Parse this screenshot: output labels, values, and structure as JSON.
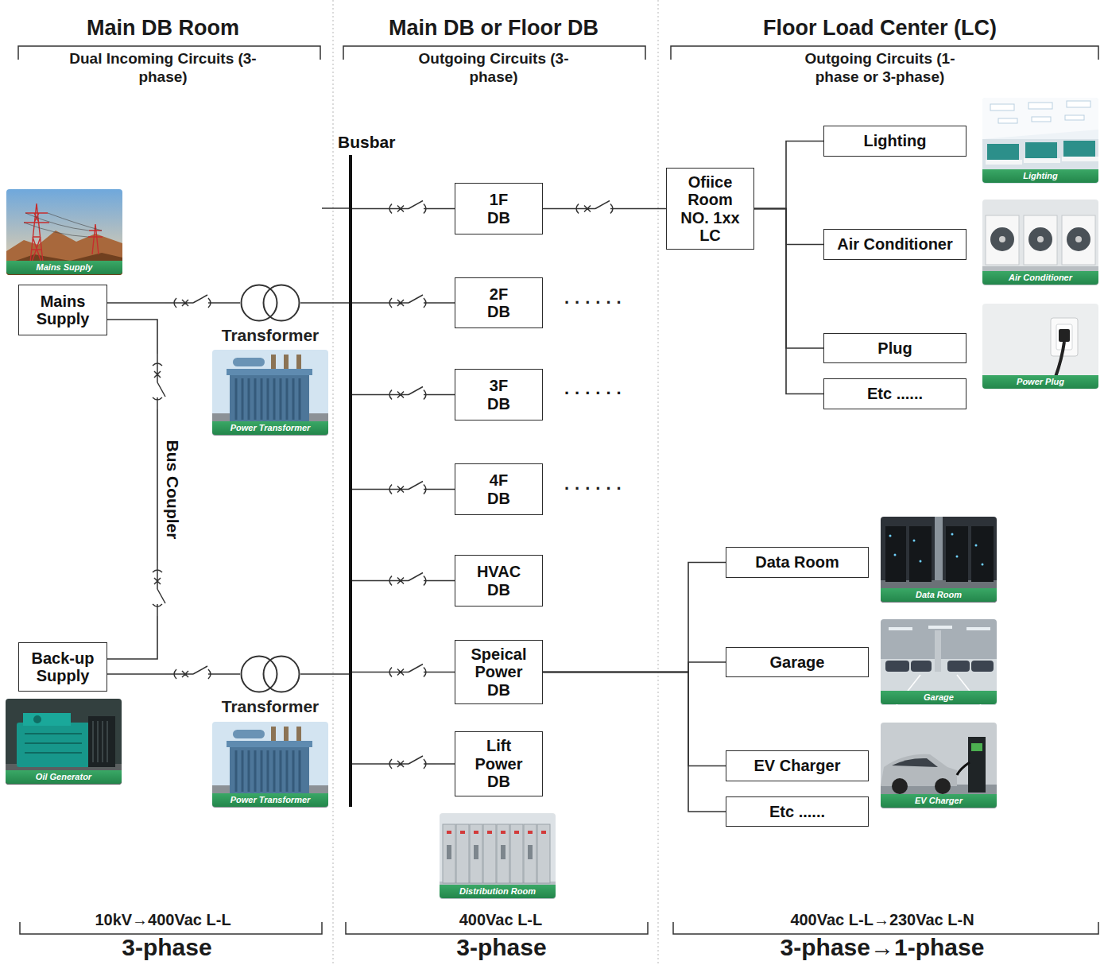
{
  "diagram": {
    "nodes": [
      {
        "text": [
          "Mains Supply"
        ]
      },
      {
        "text": [
          "Transformer"
        ]
      },
      {
        "text": [
          "Back-up Supply"
        ]
      },
      {
        "text": [
          "Transformer"
        ]
      },
      {
        "text": [
          "Busbar"
        ]
      },
      {
        "text": [
          "1F DB"
        ]
      },
      {
        "text": [
          "2F DB"
        ]
      },
      {
        "text": [
          "3F DB"
        ]
      },
      {
        "text": [
          "4F DB"
        ]
      },
      {
        "text": [
          "HVAC DB"
        ]
      },
      {
        "text": [
          "Speical Power DB"
        ]
      },
      {
        "text": [
          "Lift Power DB"
        ]
      },
      {
        "text": [
          "Ofiice Room NO. 1xx LC"
        ]
      },
      {
        "text": [
          "Lighting"
        ]
      },
      {
        "text": [
          "Air Conditioner"
        ]
      },
      {
        "text": [
          "Plug"
        ]
      },
      {
        "text": [
          "Etc ......"
        ]
      },
      {
        "text": [
          "Data Room"
        ]
      },
      {
        "text": [
          "Garage"
        ]
      },
      {
        "text": [
          "EV Charger"
        ]
      },
      {
        "text": [
          "Etc ......"
        ]
      }
    ],
    "edges": [
      {
        "from": 0,
        "to": 1,
        "arrow": "none"
      },
      {
        "from": 1,
        "to": 4,
        "arrow": "none"
      },
      {
        "from": 2,
        "to": 3,
        "arrow": "none"
      },
      {
        "from": 3,
        "to": 4,
        "arrow": "none"
      },
      {
        "from": 0,
        "to": 2,
        "label": "Bus Coupler",
        "arrow": "none"
      },
      {
        "from": 4,
        "to": 5,
        "arrow": "none"
      },
      {
        "from": 4,
        "to": 6,
        "arrow": "none"
      },
      {
        "from": 4,
        "to": 7,
        "arrow": "none"
      },
      {
        "from": 4,
        "to": 8,
        "arrow": "none"
      },
      {
        "from": 4,
        "to": 9,
        "arrow": "none"
      },
      {
        "from": 4,
        "to": 10,
        "arrow": "none"
      },
      {
        "from": 4,
        "to": 11,
        "arrow": "none"
      },
      {
        "from": 5,
        "to": 12,
        "arrow": "none"
      },
      {
        "from": 12,
        "to": 13,
        "arrow": "none"
      },
      {
        "from": 12,
        "to": 14,
        "arrow": "none"
      },
      {
        "from": 12,
        "to": 15,
        "arrow": "none"
      },
      {
        "from": 12,
        "to": 16,
        "arrow": "none"
      },
      {
        "from": 10,
        "to": 17,
        "arrow": "none"
      },
      {
        "from": 10,
        "to": 18,
        "arrow": "none"
      },
      {
        "from": 10,
        "to": 19,
        "arrow": "none"
      },
      {
        "from": 10,
        "to": 20,
        "arrow": "none"
      }
    ],
    "labels": [
      "Main DB Room",
      "Dual Incoming Circuits (3-phase)",
      "Main DB or Floor DB",
      "Outgoing Circuits (3-phase)",
      "Floor Load Center (LC)",
      "Outgoing Circuits (1-phase or 3-phase)",
      "Mains Supply",
      "Power Transformer",
      "Oil Generator",
      "Power Transformer",
      "......",
      "......",
      "......",
      "Distribution Room",
      "Lighting",
      "Air Conditioner",
      "Power Plug",
      "Data Room",
      "Garage",
      "EV Charger",
      "10kV→400Vac L-L",
      "3-phase",
      "400Vac L-L",
      "3-phase",
      "400Vac L-L→230Vac L-N",
      "3-phase→1-phase"
    ]
  }
}
